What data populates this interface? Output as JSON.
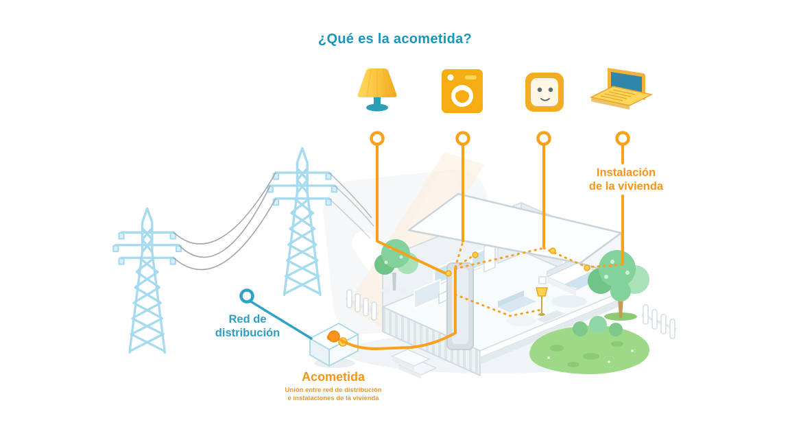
{
  "title": "¿Qué es la acometida?",
  "annotations": {
    "distribution_network": {
      "line1": "Red de",
      "line2": "distribución"
    },
    "home_installation": {
      "line1": "Instalación",
      "line2": "de la vivienda"
    },
    "acometida": {
      "title": "Acometida",
      "subtitle_line1": "Unión entre red de distribución",
      "subtitle_line2": "e instalaciones de la vivienda"
    }
  },
  "icons": {
    "appliances": [
      "lamp-icon",
      "washing-machine-icon",
      "power-outlet-icon",
      "laptop-icon"
    ],
    "scene": [
      "power-pylons",
      "power-wires",
      "house-cutaway",
      "meter-box",
      "connection-rings",
      "indoor-lights"
    ]
  },
  "colors": {
    "title_teal": "#1795BC",
    "annotation_orange": "#F8941A",
    "annotation_blue": "#2E9FC4",
    "pylon_blue": "#A5DAEF",
    "wire_gray": "#A0A7AD",
    "appliance_yellow": "#F6AC13",
    "accent_yellow": "#FFD65A",
    "tree_green": "#83D29B",
    "grass_green": "#9ED987"
  }
}
